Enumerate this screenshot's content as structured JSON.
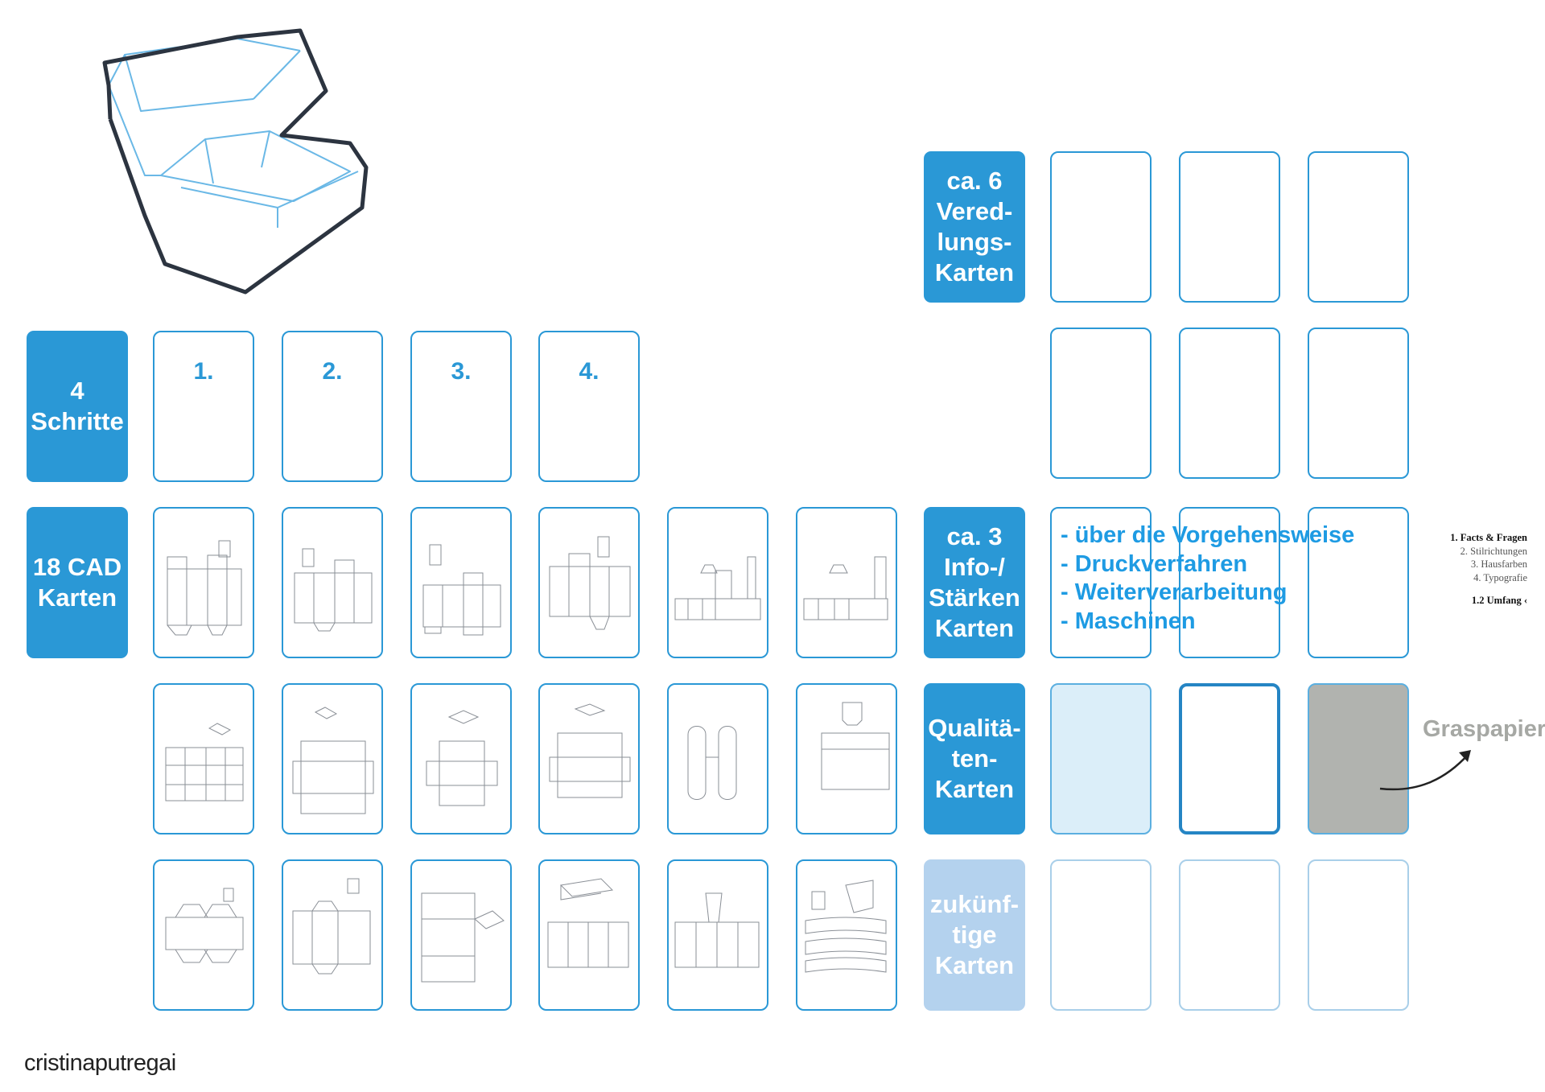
{
  "row_labels": {
    "veredelung": "ca. 6\nVered-\nlungs-\nKarten",
    "schritte": "4\nSchritte",
    "cad": "18 CAD\nKarten",
    "info": "ca. 3\nInfo-/\nStärken\nKarten",
    "qualitaeten": "Qualitä-\nten-\nKarten",
    "zukuenftige": "zukünf-\ntige\nKarten"
  },
  "steps": [
    "1.",
    "2.",
    "3.",
    "4."
  ],
  "info_bullets": [
    "- über die Vorgehensweise",
    "- Druckverfahren",
    "- Weiterverarbeitung",
    "- Maschinen"
  ],
  "toc": [
    "1. Facts & Fragen",
    "2. Stilrichtungen",
    "3. Hausfarben",
    "4. Typografie",
    "1.2 Umfang ‹"
  ],
  "annotation": "Graspapier",
  "brand": "cristinaputregai",
  "colors": {
    "label_blue": "#2a98d6",
    "label_light_blue": "#b4d2ee",
    "card_border": "#2a98d6",
    "card_tint": "#dbeef9",
    "card_gray": "#b1b3af",
    "bullet_text": "#1e9be3"
  }
}
